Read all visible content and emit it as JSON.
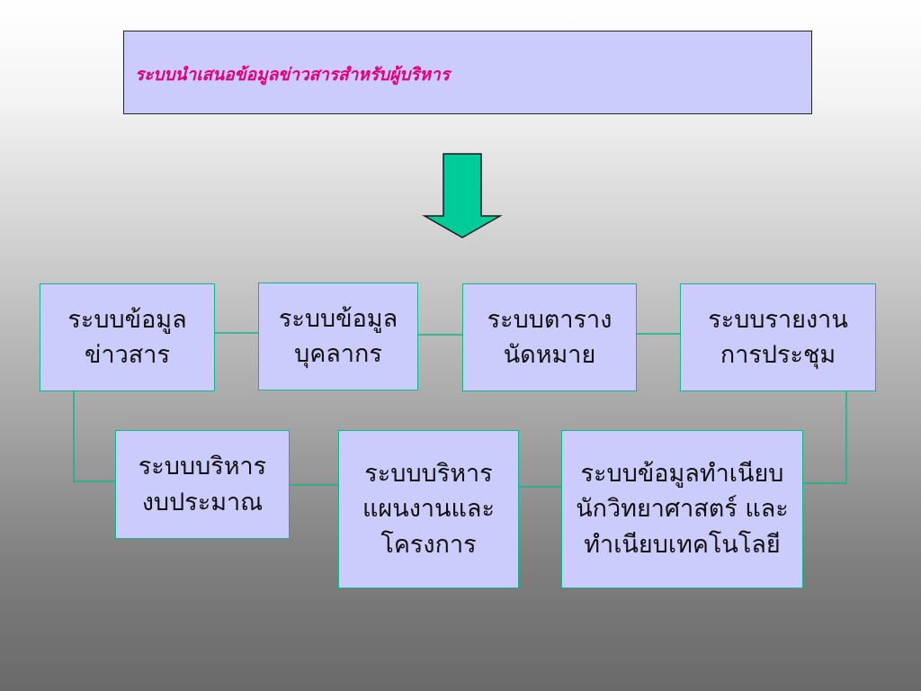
{
  "header": {
    "title": "ระบบนำเสนอข้อมูลข่าวสารสำหรับผู้บริหาร"
  },
  "colors": {
    "box_fill": "#ccccfc",
    "connector": "#13b58a",
    "arrow_fill": "#00cc99",
    "title_text": "#e0007a"
  },
  "nodes": {
    "news": {
      "label": "ระบบข้อมูล\nข่าวสาร"
    },
    "personnel": {
      "label": "ระบบข้อมูล\nบุคลากร"
    },
    "appointments": {
      "label": "ระบบตาราง\nนัดหมาย"
    },
    "meeting_reports": {
      "label": "ระบบรายงาน\nการประชุม"
    },
    "budget": {
      "label": "ระบบบริหาร\nงบประมาณ"
    },
    "plans_projects": {
      "label": "ระบบบริหาร\nแผนงานและ\nโครงการ"
    },
    "registry": {
      "label": "ระบบข้อมูลทำเนียบ\nนักวิทยาศาสตร์ และ\nทำเนียบเทคโนโลยี"
    }
  }
}
